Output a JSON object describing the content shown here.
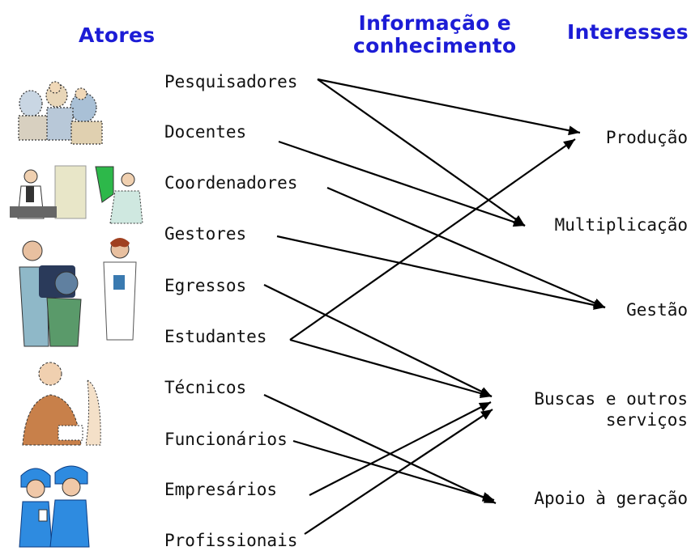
{
  "headers": {
    "actors": "Atores",
    "information_line1": "Informação e",
    "information_line2": "conhecimento",
    "interests": "Interesses"
  },
  "actors": [
    "Pesquisadores",
    "Docentes",
    "Coordenadores",
    "Gestores",
    "Egressos",
    "Estudantes",
    "Técnicos",
    "Funcionários",
    "Empresários",
    "Profissionais"
  ],
  "interests": [
    "Produção",
    "Multiplicação",
    "Gestão",
    "Buscas e outros serviços",
    "Apoio à geração"
  ],
  "connections": [
    {
      "from": "Pesquisadores",
      "to": "Produção"
    },
    {
      "from": "Pesquisadores",
      "to": "Multiplicação"
    },
    {
      "from": "Docentes",
      "to": "Multiplicação"
    },
    {
      "from": "Coordenadores",
      "to": "Gestão"
    },
    {
      "from": "Gestores",
      "to": "Gestão"
    },
    {
      "from": "Egressos",
      "to": "Buscas e outros serviços"
    },
    {
      "from": "Estudantes",
      "to": "Produção"
    },
    {
      "from": "Estudantes",
      "to": "Buscas e outros serviços"
    },
    {
      "from": "Técnicos",
      "to": "Apoio à geração"
    },
    {
      "from": "Funcionários",
      "to": "Apoio à geração"
    },
    {
      "from": "Empresários",
      "to": "Buscas e outros serviços"
    },
    {
      "from": "Profissionais",
      "to": "Buscas e outros serviços"
    }
  ],
  "colors": {
    "header": "#1c1cd6",
    "text": "#111111",
    "line": "#000000"
  },
  "icons": [
    "researchers-clipart-icon",
    "teachers-clipart-icon",
    "managers-clipart-icon",
    "technician-clipart-icon",
    "business-people-clipart-icon"
  ]
}
